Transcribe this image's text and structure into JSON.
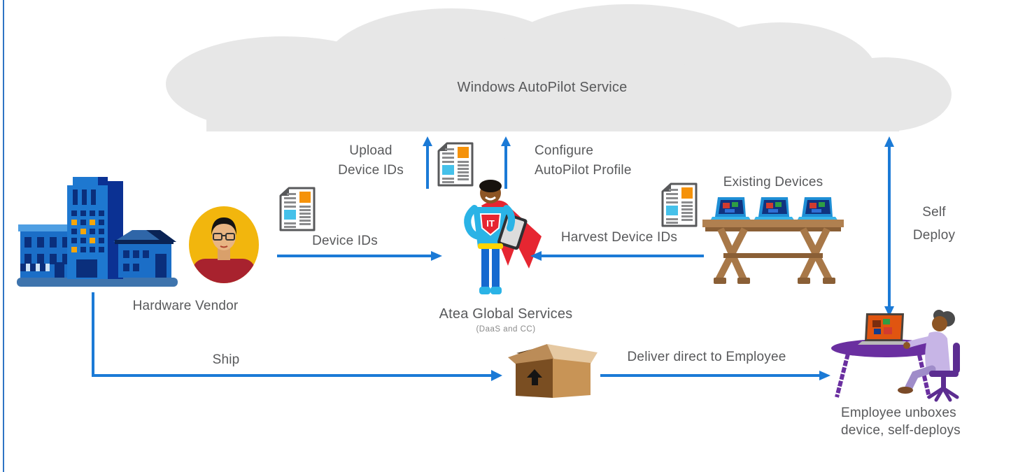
{
  "cloud": {
    "label": "Windows AutoPilot Service"
  },
  "vendor": {
    "label": "Hardware Vendor"
  },
  "atea": {
    "title": "Atea Global Services",
    "subtitle": "(DaaS and CC)",
    "badge": "IT"
  },
  "devices": {
    "label": "Existing Devices"
  },
  "employee": {
    "line1": "Employee unboxes",
    "line2": "device, self-deploys"
  },
  "flows": {
    "upload": {
      "line1": "Upload",
      "line2": "Device IDs"
    },
    "configure": {
      "line1": "Configure",
      "line2": "AutoPilot Profile"
    },
    "device_ids": {
      "label": "Device IDs"
    },
    "harvest": {
      "label": "Harvest Device IDs"
    },
    "self_deploy": {
      "line1": "Self",
      "line2": "Deploy"
    },
    "ship": {
      "label": "Ship"
    },
    "deliver": {
      "label": "Deliver direct to Employee"
    }
  },
  "colors": {
    "arrow_blue": "#1b7ad6",
    "cloud_gray": "#e7e7e7",
    "label_gray": "#58595b",
    "left_border_blue": "#2e74c4",
    "doc_orange": "#f5920a",
    "doc_cyan": "#45c1ea",
    "cape_red": "#e62631",
    "suit_cyan": "#2ab3e6",
    "desk_purple": "#6a2fa0",
    "avatar_yellow": "#f2b60d",
    "wood_brown": "#a87848",
    "box_brown": "#c89456",
    "building_blue": "#1e78d0",
    "window_orange": "#f7a60a"
  },
  "icons": {
    "cloud": "cloud-icon",
    "buildings": "office-buildings-icon",
    "vendor_avatar": "vendor-avatar",
    "document": "device-ids-document-icon",
    "superhero": "it-superhero-icon",
    "laptop_table": "laptops-on-table-icon",
    "shipping_box": "shipping-box-icon",
    "employee_desk": "employee-at-desk-icon",
    "arrow": "flow-arrow-icon"
  }
}
